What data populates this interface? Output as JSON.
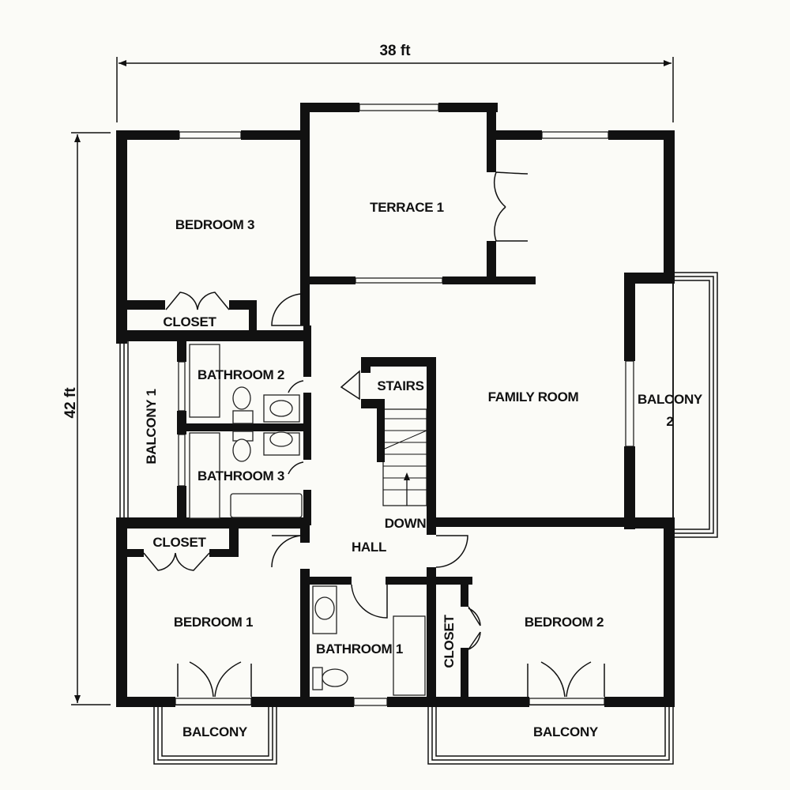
{
  "dimensions": {
    "width_label": "38 ft",
    "height_label": "42 ft"
  },
  "rooms": {
    "bedroom3": "BEDROOM 3",
    "terrace1": "TERRACE 1",
    "closet_top": "CLOSET",
    "bathroom2": "BATHROOM 2",
    "bathroom3": "BATHROOM 3",
    "balcony1": "BALCONY 1",
    "stairs": "STAIRS",
    "down": "DOWN",
    "family_room": "FAMILY ROOM",
    "balcony2_line1": "BALCONY",
    "balcony2_line2": "2",
    "closet_left": "CLOSET",
    "hall": "HALL",
    "bedroom1": "BEDROOM 1",
    "bathroom1": "BATHROOM 1",
    "closet_right": "CLOSET",
    "bedroom2": "BEDROOM 2",
    "balcony_left": "BALCONY",
    "balcony_right": "BALCONY"
  },
  "colors": {
    "background": "#fbfbf7",
    "walls": "#111111"
  }
}
